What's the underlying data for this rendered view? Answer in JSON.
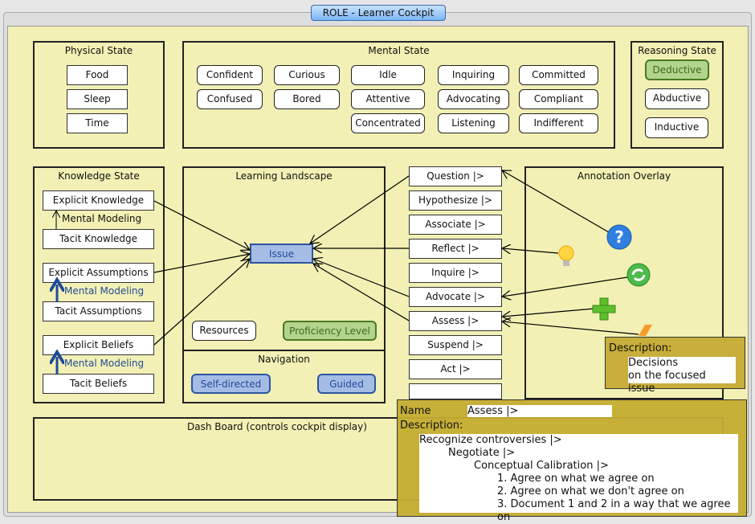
{
  "window": {
    "title": "ROLE - Learner Cockpit"
  },
  "physical": {
    "title": "Physical State",
    "items": [
      "Food",
      "Sleep",
      "Time"
    ]
  },
  "mental": {
    "title": "Mental State",
    "items": [
      "Confident",
      "Curious",
      "Idle",
      "Inquiring",
      "Committed",
      "Confused",
      "Bored",
      "Attentive",
      "Advocating",
      "Compliant",
      "Concentrated",
      "Listening",
      "Indifferent"
    ]
  },
  "reasoning": {
    "title": "Reasoning State",
    "items": [
      "Deductive",
      "Abductive",
      "Inductive"
    ],
    "selected": "Deductive"
  },
  "knowledge": {
    "title": "Knowledge State",
    "items": [
      "Explicit Knowledge",
      "Tacit Knowledge",
      "Explicit Assumptions",
      "Tacit Assumptions",
      "Explicit Beliefs",
      "Tacit Beliefs"
    ],
    "link_label": "Mental Modeling"
  },
  "landscape": {
    "title": "Learning Landscape",
    "issue": "Issue",
    "resources": "Resources",
    "proficiency": "Proficiency Level"
  },
  "navigation": {
    "title": "Navigation",
    "self_directed": "Self-directed",
    "guided": "Guided"
  },
  "actions": [
    "Question |>",
    "Hypothesize |>",
    "Associate |>",
    "Reflect |>",
    "Inquire |>",
    "Advocate |>",
    "Assess |>",
    "Suspend |>",
    "Act |>"
  ],
  "annotation": {
    "title": "Annotation Overlay",
    "icons": [
      "question-icon",
      "lightbulb-icon",
      "refresh-icon",
      "plus-icon",
      "pencil-icon"
    ]
  },
  "dashboard": {
    "title": "Dash Board (controls cockpit display)"
  },
  "popup": {
    "name_label": "Name",
    "name_value": "Assess |>",
    "description_label": "Description:",
    "description_lines": [
      "Recognize controversies |>",
      "Negotiate |>",
      "Conceptual Calibration |>",
      "1. Agree on what we agree on",
      "2. Agree on what we don't agree on",
      "3. Document 1 and 2 in a way that we agree on"
    ]
  },
  "popup2": {
    "description_label": "Description:",
    "lines": [
      "Decisions",
      "on the focused issue"
    ]
  },
  "colors": {
    "background": "#f2f0b4",
    "selected_green": "#b3d48c",
    "blue": "#a5bde4",
    "popup": "#c4ac32"
  }
}
